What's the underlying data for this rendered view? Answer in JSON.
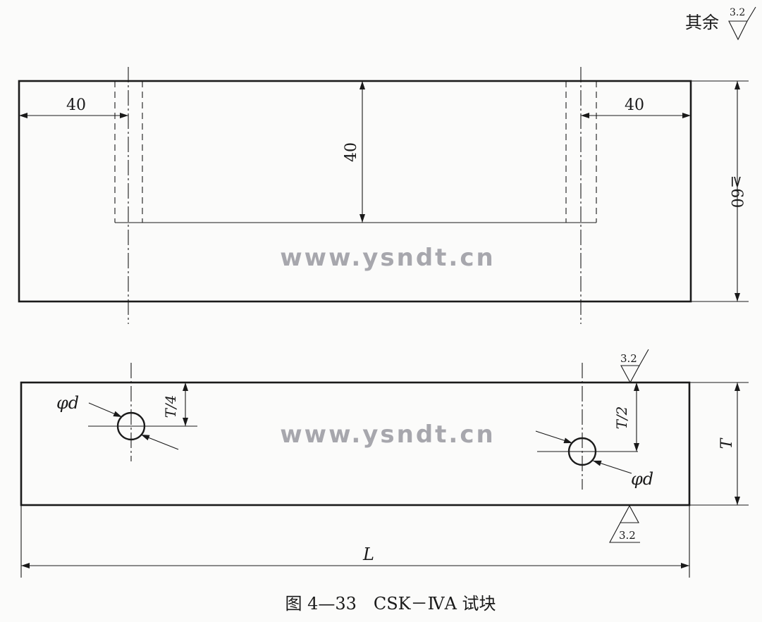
{
  "roughness_note": {
    "label": "其余",
    "value": "3.2"
  },
  "top_view": {
    "dim_left": "40",
    "dim_right": "40",
    "dim_depth": "40",
    "dim_height": "≥60"
  },
  "side_view": {
    "hole_label_left": "φd",
    "hole_label_right": "φd",
    "dim_quarter": "T/4",
    "dim_half": "T/2",
    "dim_thickness": "T",
    "dim_length": "L",
    "roughness_top": "3.2",
    "roughness_bottom": "3.2"
  },
  "watermark": "www.ysndt.cn",
  "caption": "图 4—33　CSK－ⅣA 试块"
}
